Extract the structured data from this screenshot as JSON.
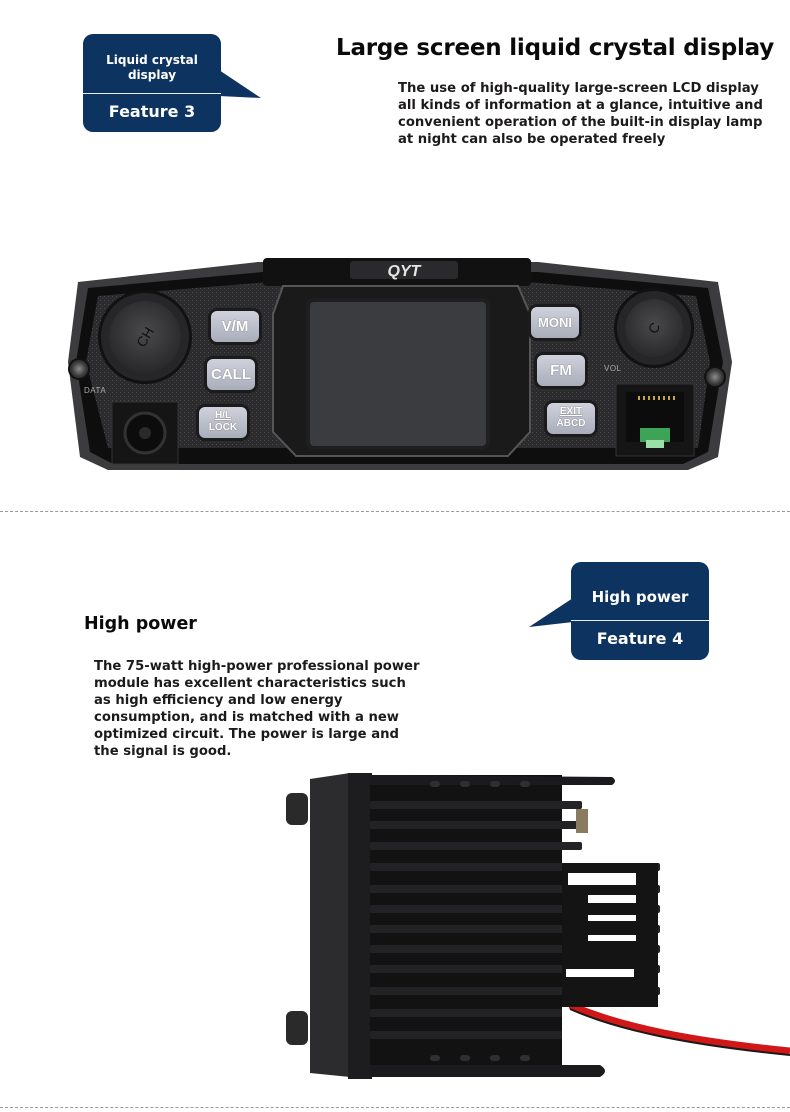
{
  "feature3": {
    "badge": {
      "label": "Liquid crystal display",
      "label_line1": "Liquid crystal",
      "label_line2": "display",
      "feature": "Feature 3",
      "color": "#0d3360"
    },
    "title": "Large screen liquid crystal display",
    "description": "The use of high-quality large-screen LCD display all kinds of information at a glance, intuitive and convenient operation of the built-in display lamp at night can also be operated freely",
    "radio": {
      "brand": "QYT",
      "left_knob_label": "CH",
      "right_knob_label": "C",
      "port_label_left": "DATA",
      "port_label_right": "VOL",
      "left_buttons": [
        {
          "label": "V/M"
        },
        {
          "label": "CALL"
        },
        {
          "label_top": "H/L",
          "label_bottom": "LOCK"
        }
      ],
      "right_buttons": [
        {
          "label": "MONI"
        },
        {
          "label": "FM"
        },
        {
          "label_top": "EXIT",
          "label_bottom": "ABCD"
        }
      ]
    }
  },
  "feature4": {
    "badge": {
      "label": "High power",
      "feature": "Feature 4",
      "color": "#0d3360"
    },
    "title": "High power",
    "description": "The 75-watt high-power professional power module has excellent characteristics such as high efficiency and low energy consumption, and is matched with a new optimized circuit. The power is large and the signal is good.",
    "cable_color": "#d01818"
  }
}
